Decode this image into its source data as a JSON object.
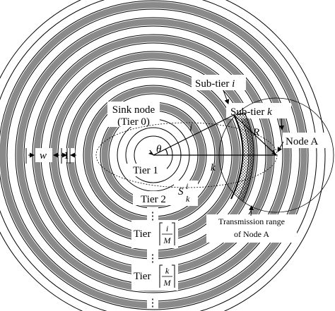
{
  "labels": {
    "subtier_i": "Sub-tier",
    "subtier_i_var": "i",
    "subtier_k": "Sub-tier",
    "subtier_k_var": "k",
    "sink_line1": "Sink node",
    "sink_line2": "(Tier 0)",
    "node_a": "Node A",
    "tier1": "Tier 1",
    "tier2": "Tier 2",
    "dots": "⋮",
    "tier_word": "Tier",
    "frac1_num": "i",
    "frac1_den": "M",
    "frac2_num": "k",
    "frac2_den": "M",
    "w_label": "w",
    "one_label": "1",
    "theta": "θ",
    "i_var": "i",
    "k_var": "k",
    "r_var": "R",
    "s_base": "S",
    "s_sup": "i",
    "s_sub": "k",
    "tx_line1": "Transmission range",
    "tx_line2": "of Node A"
  }
}
